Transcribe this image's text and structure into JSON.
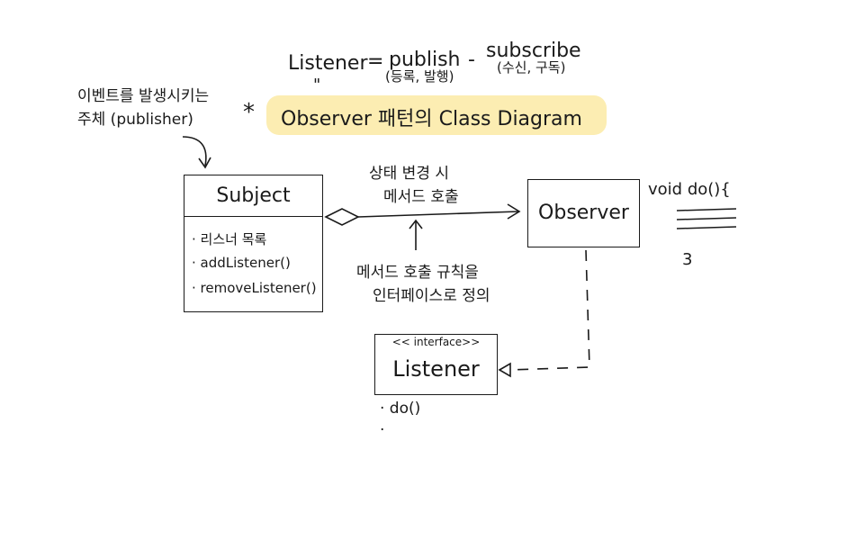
{
  "header": {
    "formula_left": "Listener",
    "formula_eq": "=",
    "formula_publish": "publish",
    "formula_dash": "-",
    "formula_subscribe": "subscribe",
    "ditto_mark": "\"",
    "publish_note": "(등록, 발행)",
    "subscribe_note": "(수신, 구독)",
    "title_star": "*",
    "title": "Observer 패턴의 Class Diagram"
  },
  "left_note": {
    "line1": "이벤트를 발생시키는",
    "line2": "주체 (publisher)"
  },
  "subject": {
    "title": "Subject",
    "members": [
      "· 리스너 목록",
      "· addListener()",
      "· removeListener()"
    ]
  },
  "arrow_note_top": {
    "line1": "상태 변경 시",
    "line2": "메서드 호출"
  },
  "arrow_note_bottom": {
    "line1": "메서드 호출 규칙을",
    "line2": "인터페이스로 정의"
  },
  "observer": {
    "title": "Observer"
  },
  "code_note": {
    "signature": "void do(){",
    "closing": "3"
  },
  "listener": {
    "stereotype": "<< interface>>",
    "title": "Listener",
    "members": [
      "· do()",
      "·"
    ]
  },
  "colors": {
    "ink": "#1a1a1a",
    "highlight": "#fbeaa4"
  }
}
